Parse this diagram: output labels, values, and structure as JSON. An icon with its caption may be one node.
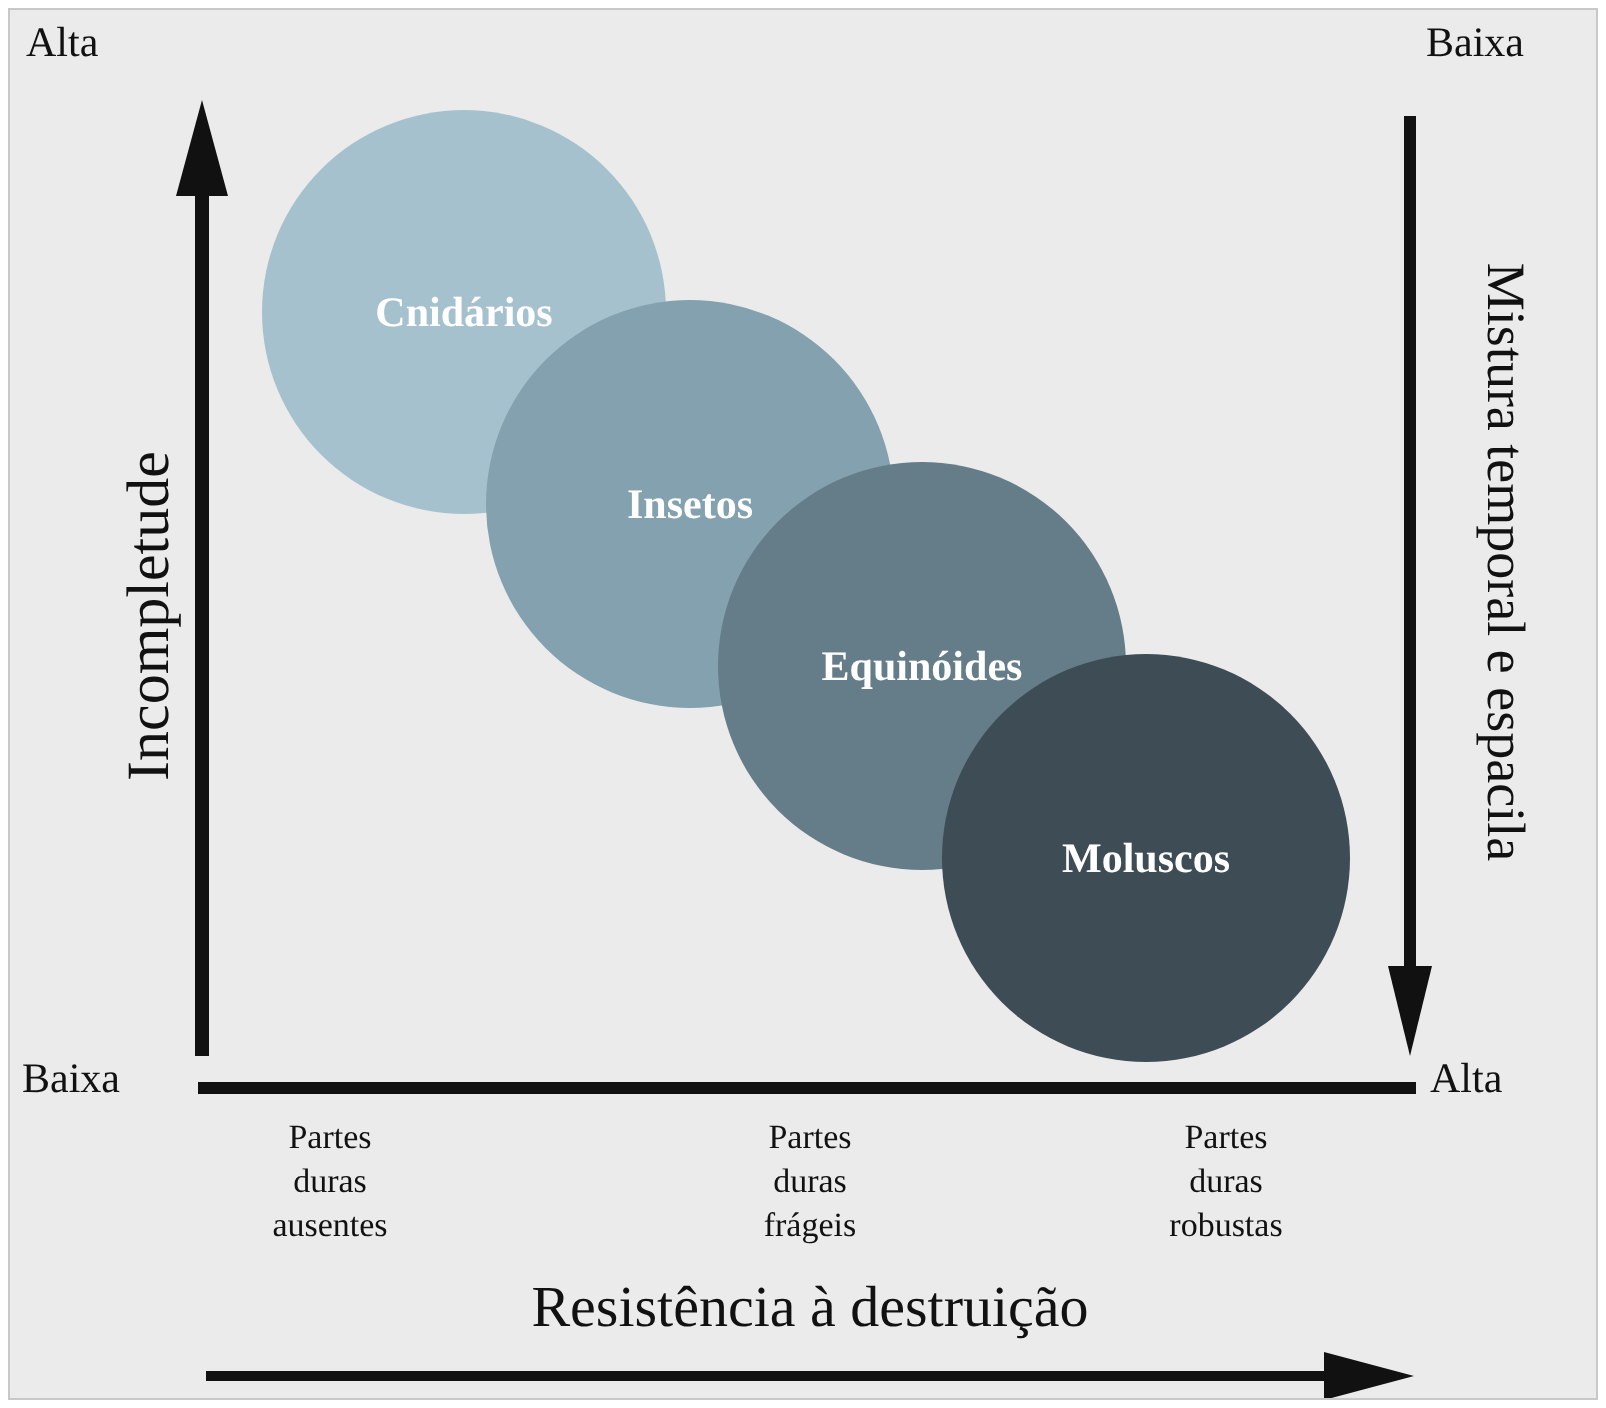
{
  "diagram": {
    "nodes": [
      {
        "text": [
          "Cnidários"
        ]
      },
      {
        "text": [
          "Insetos"
        ]
      },
      {
        "text": [
          "Equinóides"
        ]
      },
      {
        "text": [
          "Moluscos"
        ]
      }
    ],
    "labels": [
      "Alta",
      "Baixa",
      "Incompletude",
      "Mistura temporal e espacila",
      "Baixa",
      "Alta",
      "Partes duras ausentes",
      "Partes duras frágeis",
      "Partes duras robustas",
      "Resistência à destruição"
    ]
  }
}
